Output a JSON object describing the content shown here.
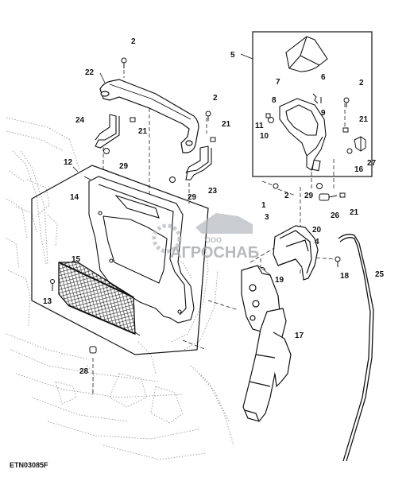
{
  "drawing": {
    "reference_code": "ETN03085F",
    "labels": [
      "1",
      "2",
      "3",
      "4",
      "5",
      "6",
      "7",
      "8",
      "9",
      "10",
      "11",
      "12",
      "13",
      "14",
      "15",
      "16",
      "17",
      "18",
      "19",
      "20",
      "21",
      "22",
      "23",
      "24",
      "25",
      "26",
      "27",
      "28",
      "29"
    ]
  },
  "watermark": {
    "company_prefix": "ООО",
    "company_name": "АГРОСНАБ"
  },
  "colors": {
    "line": "#111111",
    "ghost": "#9a9a9a",
    "watermark": "#b7bcc2"
  }
}
